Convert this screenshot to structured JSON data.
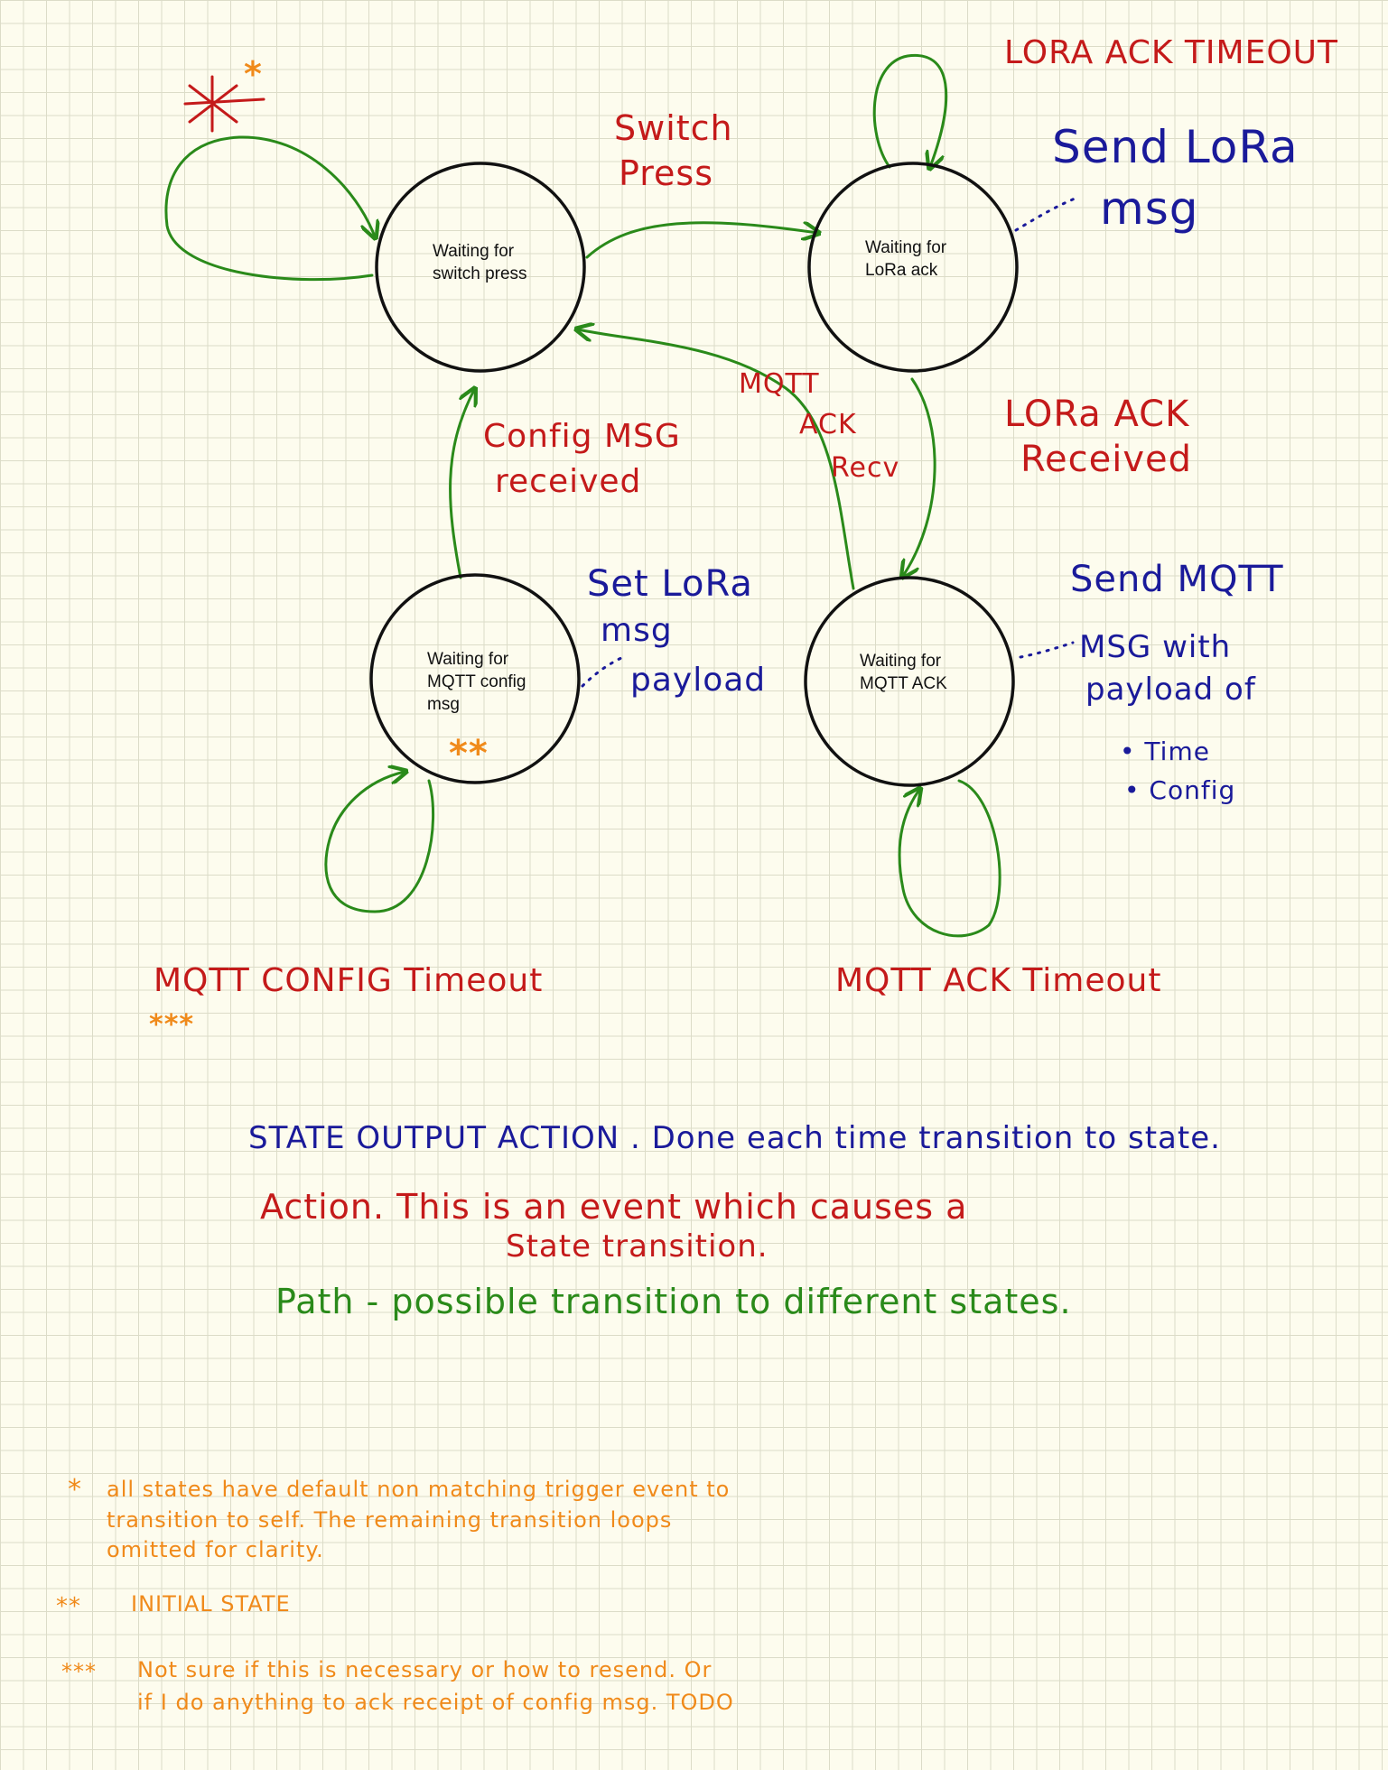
{
  "states": {
    "switch_press": {
      "line1": "Waiting for",
      "line2": "switch press"
    },
    "lora_ack": {
      "line1": "Waiting for",
      "line2": "LoRa ack"
    },
    "mqtt_config": {
      "line1": "Waiting for",
      "line2": "MQTT config",
      "line3": "msg",
      "marker": "**"
    },
    "mqtt_ack": {
      "line1": "Waiting for",
      "line2": "MQTT ACK"
    }
  },
  "events": {
    "lora_ack_timeout": "LORA ACK TIMEOUT",
    "switch_press_l1": "Switch",
    "switch_press_l2": "Press",
    "mqtt_ack_recv_l1": "MQTT",
    "mqtt_ack_recv_l2": "ACK",
    "mqtt_ack_recv_l3": "Recv",
    "lora_ack_received_l1": "LORa ACK",
    "lora_ack_received_l2": "Received",
    "config_msg_l1": "Config MSG",
    "config_msg_l2": "received",
    "mqtt_config_timeout": "MQTT CONFIG Timeout",
    "mqtt_ack_timeout": "MQTT ACK Timeout"
  },
  "outputs": {
    "send_lora_l1": "Send LoRa",
    "send_lora_l2": "msg",
    "set_lora_l1": "Set LoRa",
    "set_lora_l2": "msg",
    "set_lora_l3": "payload",
    "send_mqtt_l1": "Send MQTT",
    "send_mqtt_l2": "MSG with",
    "send_mqtt_l3": "payload of",
    "send_mqtt_b1": "• Time",
    "send_mqtt_b2": "• Config"
  },
  "markers": {
    "single": "*",
    "triple": "***"
  },
  "legend": {
    "state_output": "STATE OUTPUT ACTION . Done each time transition to state.",
    "action_l1": "Action.   This is an event which causes a",
    "action_l2": "State transition.",
    "path": "Path -  possible transition to different states."
  },
  "notes": {
    "n1_mark": "*",
    "n1_l1": "all states have default non matching trigger event to",
    "n1_l2": "transition to self. The remaining transition loops",
    "n1_l3": "omitted for clarity.",
    "n2_mark": "**",
    "n2_text": "INITIAL STATE",
    "n3_mark": "***",
    "n3_l1": "Not sure if this is necessary or how to resend. Or",
    "n3_l2": "if I do anything to ack receipt of config msg. TODO"
  },
  "colors": {
    "red": "#c41a1a",
    "blue": "#1a1a9a",
    "green": "#2a8a1a",
    "orange": "#f08a1a",
    "black": "#111111"
  }
}
